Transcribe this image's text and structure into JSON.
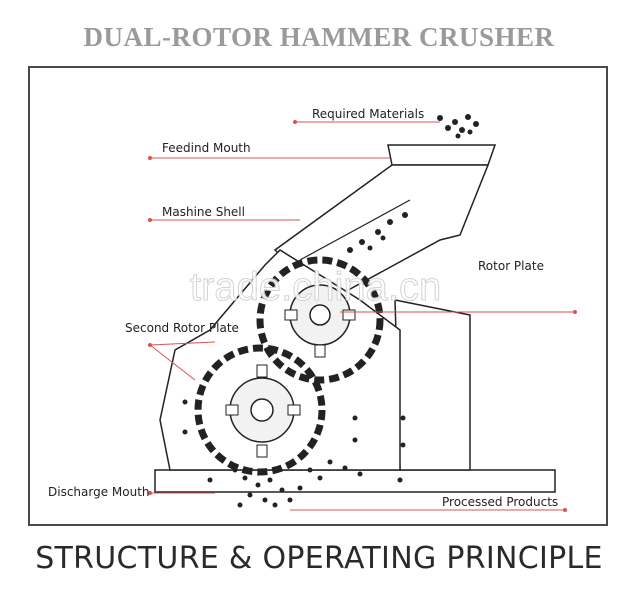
{
  "header": {
    "title": "DUAL-ROTOR HAMMER CRUSHER"
  },
  "footer": {
    "caption": "STRUCTURE & OPERATING PRINCIPLE"
  },
  "labels": {
    "required_materials": "Required Materials",
    "feeding_mouth": "Feedind Mouth",
    "machine_shell": "Mashine Shell",
    "second_rotor_plate": "Second Rotor Plate",
    "discharge_mouth": "Discharge Mouth",
    "processed_products": "Processed Products",
    "first_rotor_plate_partial": "Rotor Plate"
  },
  "watermark": {
    "text": "trade.china.cn"
  },
  "colors": {
    "leader_line": "#d9534f",
    "outline": "#222222",
    "title_gray": "#9a9a9a"
  }
}
